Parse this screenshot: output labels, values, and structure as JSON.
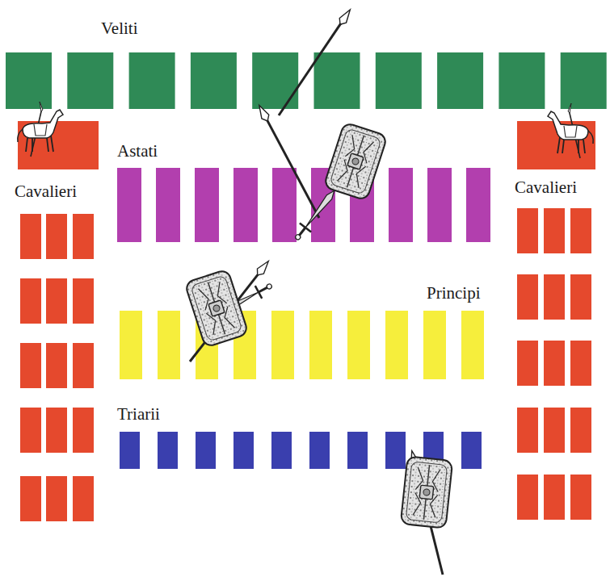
{
  "diagram": {
    "labels": [
      "Veliti",
      "Astati",
      "Cavalieri",
      "Cavalieri",
      "Principi",
      "Triarii"
    ]
  }
}
